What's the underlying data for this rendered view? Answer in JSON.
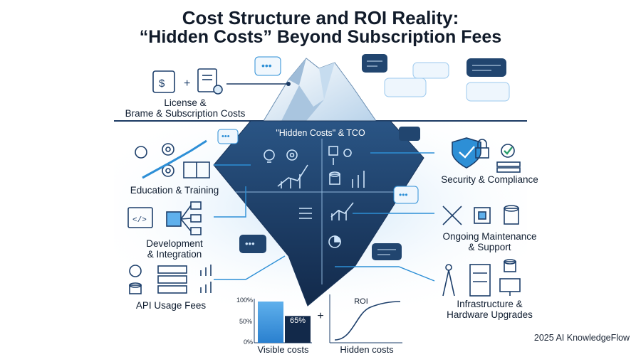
{
  "title_line1": "Cost Structure and ROI Reality:",
  "title_line2": "“Hidden Costs” Beyond Subscription Fees",
  "iceberg_title": "\"Hidden Costs\" & TCO",
  "labels": {
    "license": "License &\nBrame & Subscription Costs",
    "education": "Education & Training",
    "development": "Development\n& Integration",
    "api": "API Usage Fees",
    "security": "Security & Compliance",
    "maintenance": "Ongoing Maintenance\n& Support",
    "infrastructure": "Infrastructure &\nHardware Upgrades"
  },
  "chart_data": [
    {
      "type": "bar",
      "categories": [
        "Visible costs"
      ],
      "values": [
        65
      ],
      "data_label": "65%",
      "yticks": [
        "100%",
        "50%",
        "0%"
      ],
      "ylim": [
        0,
        100
      ],
      "xlabel": "Visible costs"
    },
    {
      "type": "line",
      "series_label": "ROI",
      "xlabel": "Hidden costs"
    }
  ],
  "plus_sign": "+",
  "watermark": "2025 AI KnowledgeFlow",
  "colors": {
    "navy": "#1d3f6b",
    "accent": "#2d8fd6",
    "light": "#dcecf9"
  }
}
